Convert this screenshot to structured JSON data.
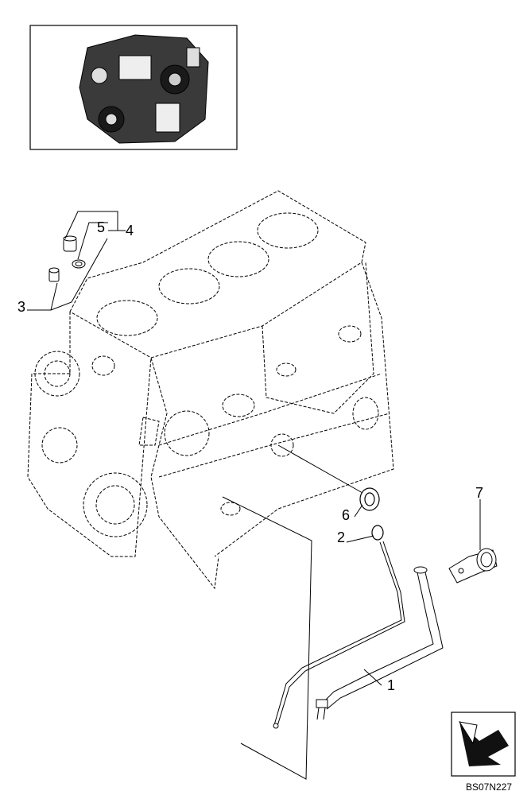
{
  "callouts": {
    "c1": "1",
    "c2": "2",
    "c3": "3",
    "c4": "4",
    "c5": "5",
    "c6": "6",
    "c7": "7"
  },
  "drawing_code": "BS07N227",
  "icons": {
    "thumbnail": "engine-thumbnail-icon",
    "orientation": "orientation-arrow-icon"
  }
}
